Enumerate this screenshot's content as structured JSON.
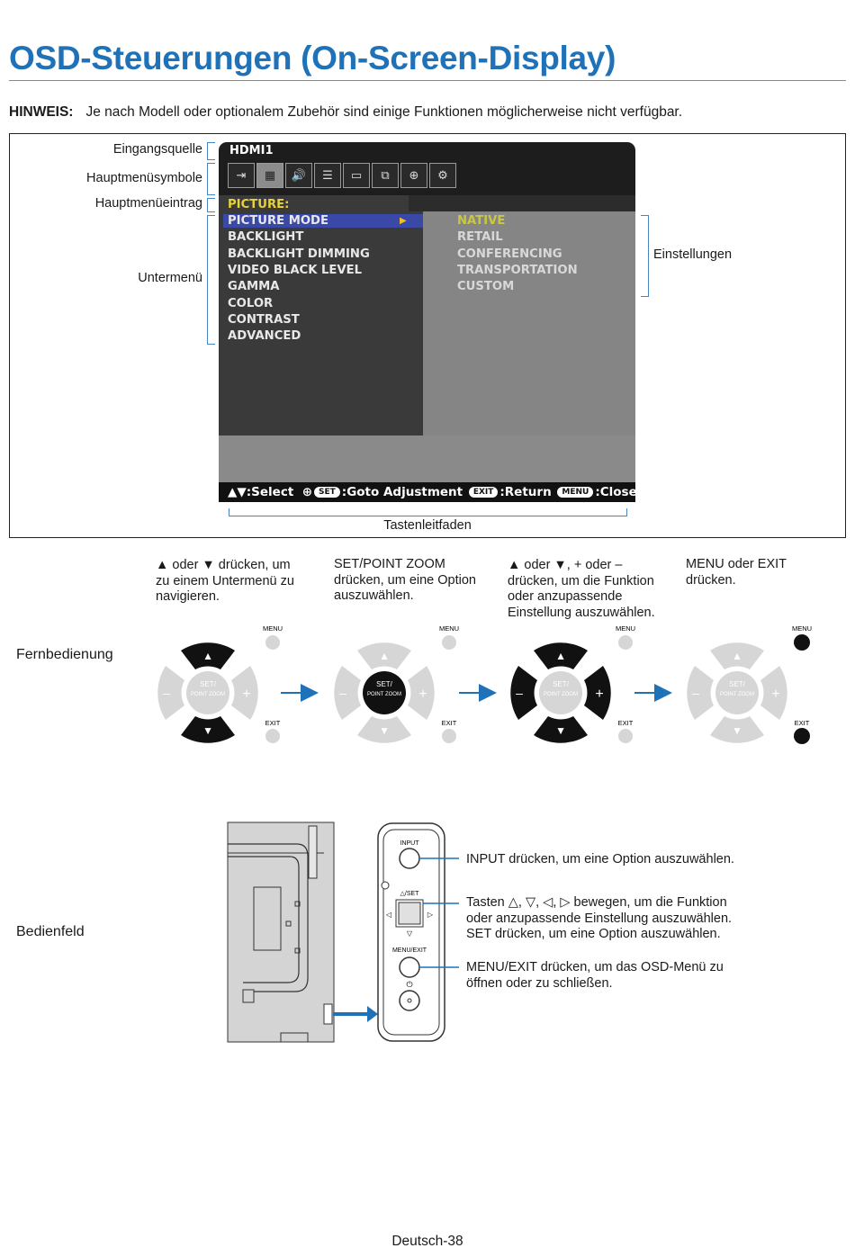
{
  "page": {
    "title": "OSD-Steuerungen (On-Screen-Display)",
    "note_label": "HINWEIS:",
    "note_text": "Je nach Modell oder optionalem Zubehör sind einige Funktionen möglicherweise nicht verfügbar.",
    "footer": "Deutsch-38"
  },
  "callouts": {
    "input_source": "Eingangsquelle",
    "main_menu_icons": "Hauptmenüsymbole",
    "main_menu_entry": "Hauptmenüeintrag",
    "submenu": "Untermenü",
    "settings": "Einstellungen",
    "key_guide": "Tastenleitfaden"
  },
  "osd": {
    "source": "HDMI1",
    "category": "PICTURE:",
    "submenu_items": [
      "PICTURE MODE",
      "BACKLIGHT",
      "BACKLIGHT DIMMING",
      "VIDEO BLACK LEVEL",
      "GAMMA",
      "COLOR",
      "CONTRAST",
      "ADVANCED"
    ],
    "options": [
      "NATIVE",
      "RETAIL",
      "CONFERENCING",
      "TRANSPORTATION",
      "CUSTOM"
    ],
    "guide": {
      "select": ":Select",
      "set_pill": "SET",
      "goto": ":Goto Adjustment",
      "exit_pill": "EXIT",
      "return": ":Return",
      "menu_pill": "MENU",
      "close": ":Close"
    },
    "colors": {
      "highlight": "#3a49a8",
      "category": "#e6d23a",
      "current_option": "#c9c840"
    }
  },
  "remote": {
    "label": "Fernbedienung",
    "menu_label": "MENU",
    "exit_label": "EXIT",
    "set_label_1": "SET/",
    "set_label_2": "POINT ZOOM",
    "minus": "–",
    "plus": "+",
    "steps": [
      "▲ oder ▼ drücken, um zu einem Untermenü zu navigieren.",
      "SET/POINT ZOOM drücken, um eine Option auszuwählen.",
      "▲ oder ▼, + oder – drücken, um die Funktion oder anzupassende Einstellung auszuwählen.",
      "MENU oder EXIT drücken."
    ]
  },
  "control_panel": {
    "label": "Bedienfeld",
    "input_btn": "INPUT",
    "set_btn": "△/SET",
    "menu_exit_btn": "MENU/EXIT",
    "desc_input": "INPUT drücken, um eine Option auszuwählen.",
    "desc_nav_1": "Tasten △, ▽, ◁, ▷ bewegen, um die Funktion",
    "desc_nav_2": "oder anzupassende Einstellung auszuwählen.",
    "desc_nav_3": "SET drücken, um eine Option auszuwählen.",
    "desc_menu_1": "MENU/EXIT drücken, um das OSD-Menü zu",
    "desc_menu_2": "öffnen oder zu schließen."
  }
}
